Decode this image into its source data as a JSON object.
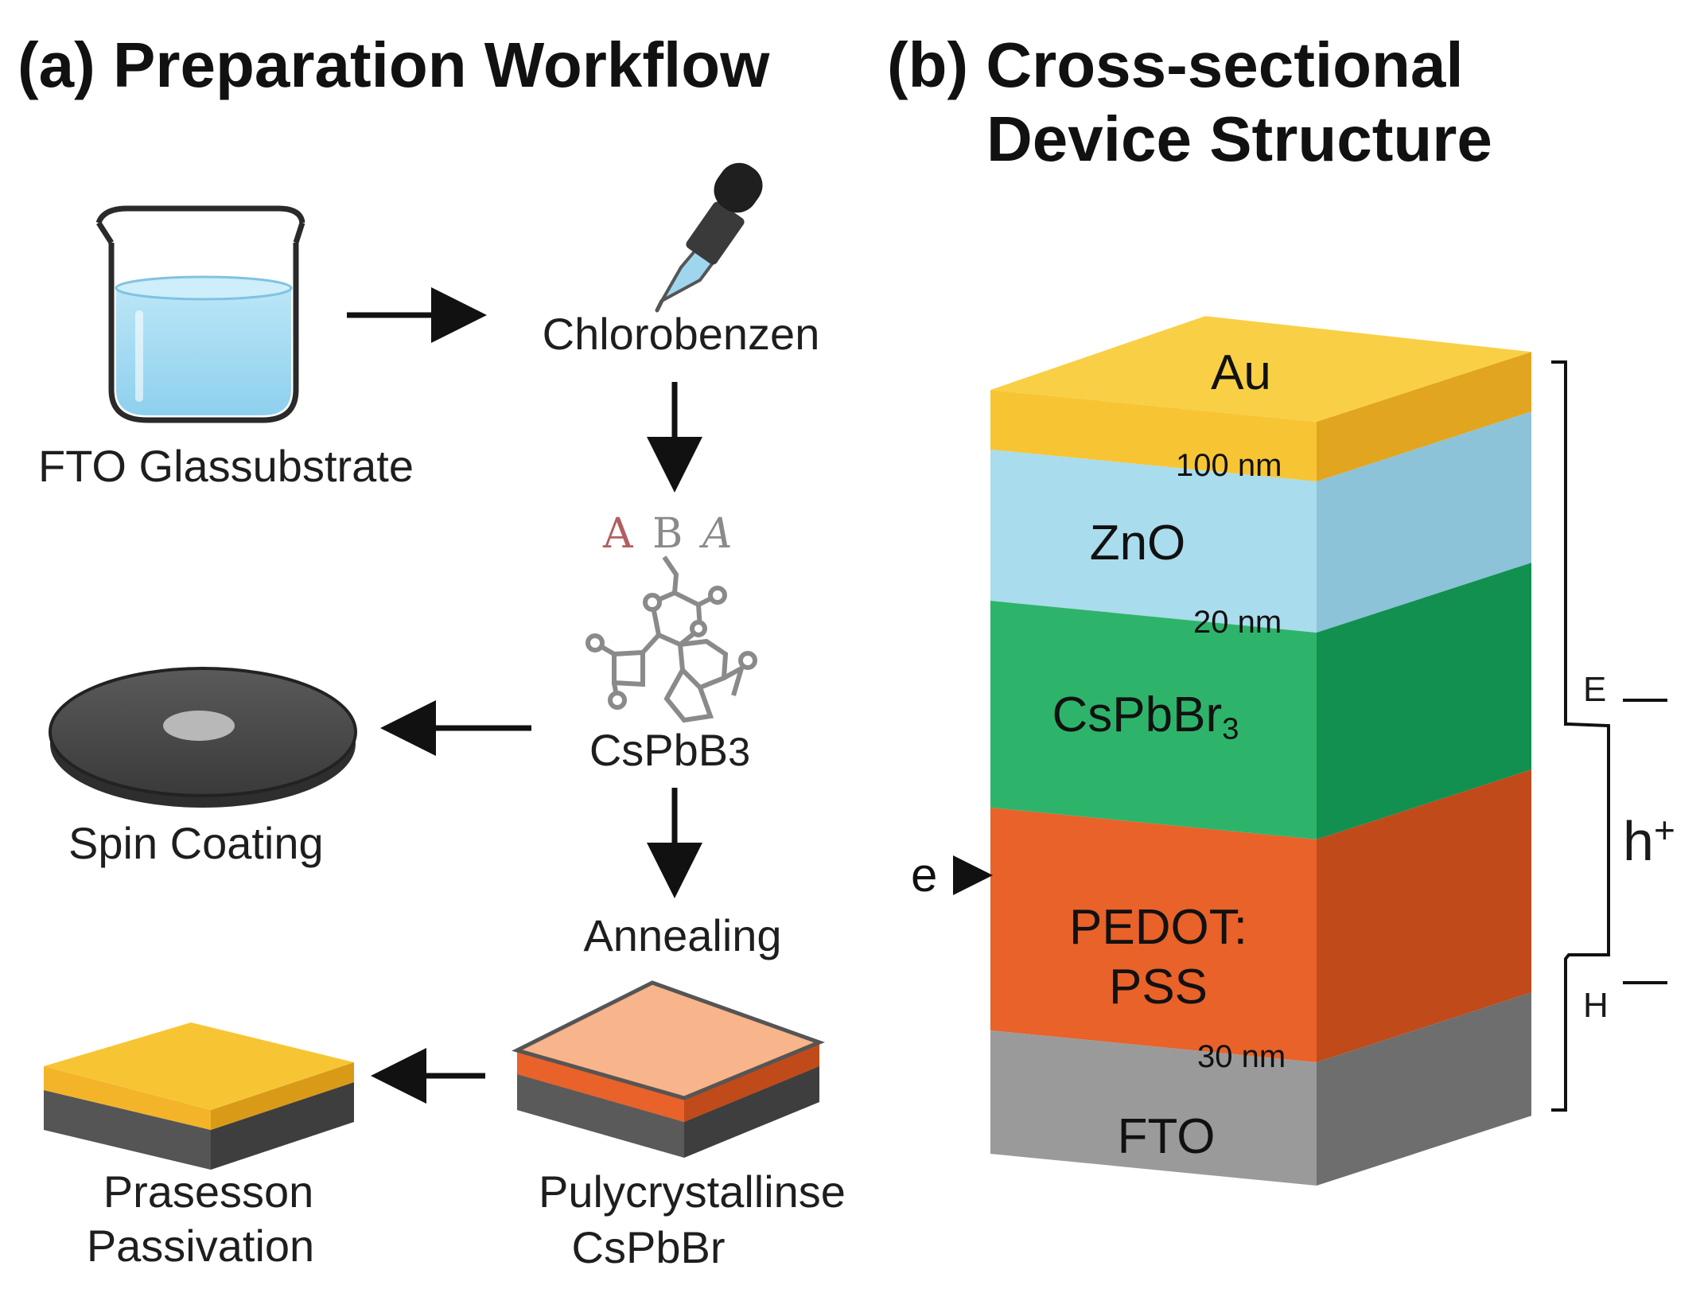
{
  "panel_a": {
    "title": "(a) Preparation Workflow",
    "steps": {
      "substrate": "FTO Glassubstrate",
      "solvent": "Chlorobenzen",
      "molecule_letters": [
        "A",
        "B",
        "A"
      ],
      "precursor_base": "CsPbB",
      "precursor_sub": "3",
      "spin": "Spin Coating",
      "anneal": "Annealing",
      "film_line1": "Pulycrystallinse",
      "film_line2": "CsPbBr",
      "passivation_line1": "Prasesson",
      "passivation_line2": "Passivation"
    }
  },
  "panel_b": {
    "title_line1": "(b) Cross-sectional",
    "title_line2": "Device Structure",
    "layers": {
      "au": "Au",
      "zno": "ZnO",
      "perovskite_base": "CsPbBr",
      "perovskite_sub": "3",
      "pedot_line1": "PEDOT:",
      "pedot_line2": "PSS",
      "fto": "FTO"
    },
    "thickness": {
      "au": "100 nm",
      "zno": "20 nm",
      "pedot": "30 nm"
    },
    "annotations": {
      "electron": "e",
      "hole": "h",
      "hole_sign": "+",
      "e_level": "E",
      "h_level": "H"
    }
  },
  "colors": {
    "gold": "#F7C534",
    "gold_side": "#E2A51F",
    "zno": "#A9DCEC",
    "zno_side": "#8CC3D8",
    "perovskite": "#2EB46A",
    "perovskite_side": "#129050",
    "pedot": "#E8622A",
    "pedot_side": "#C04A1A",
    "fto": "#9A9A9A",
    "fto_side": "#6E6E6E",
    "water": "#A6DCF2"
  }
}
